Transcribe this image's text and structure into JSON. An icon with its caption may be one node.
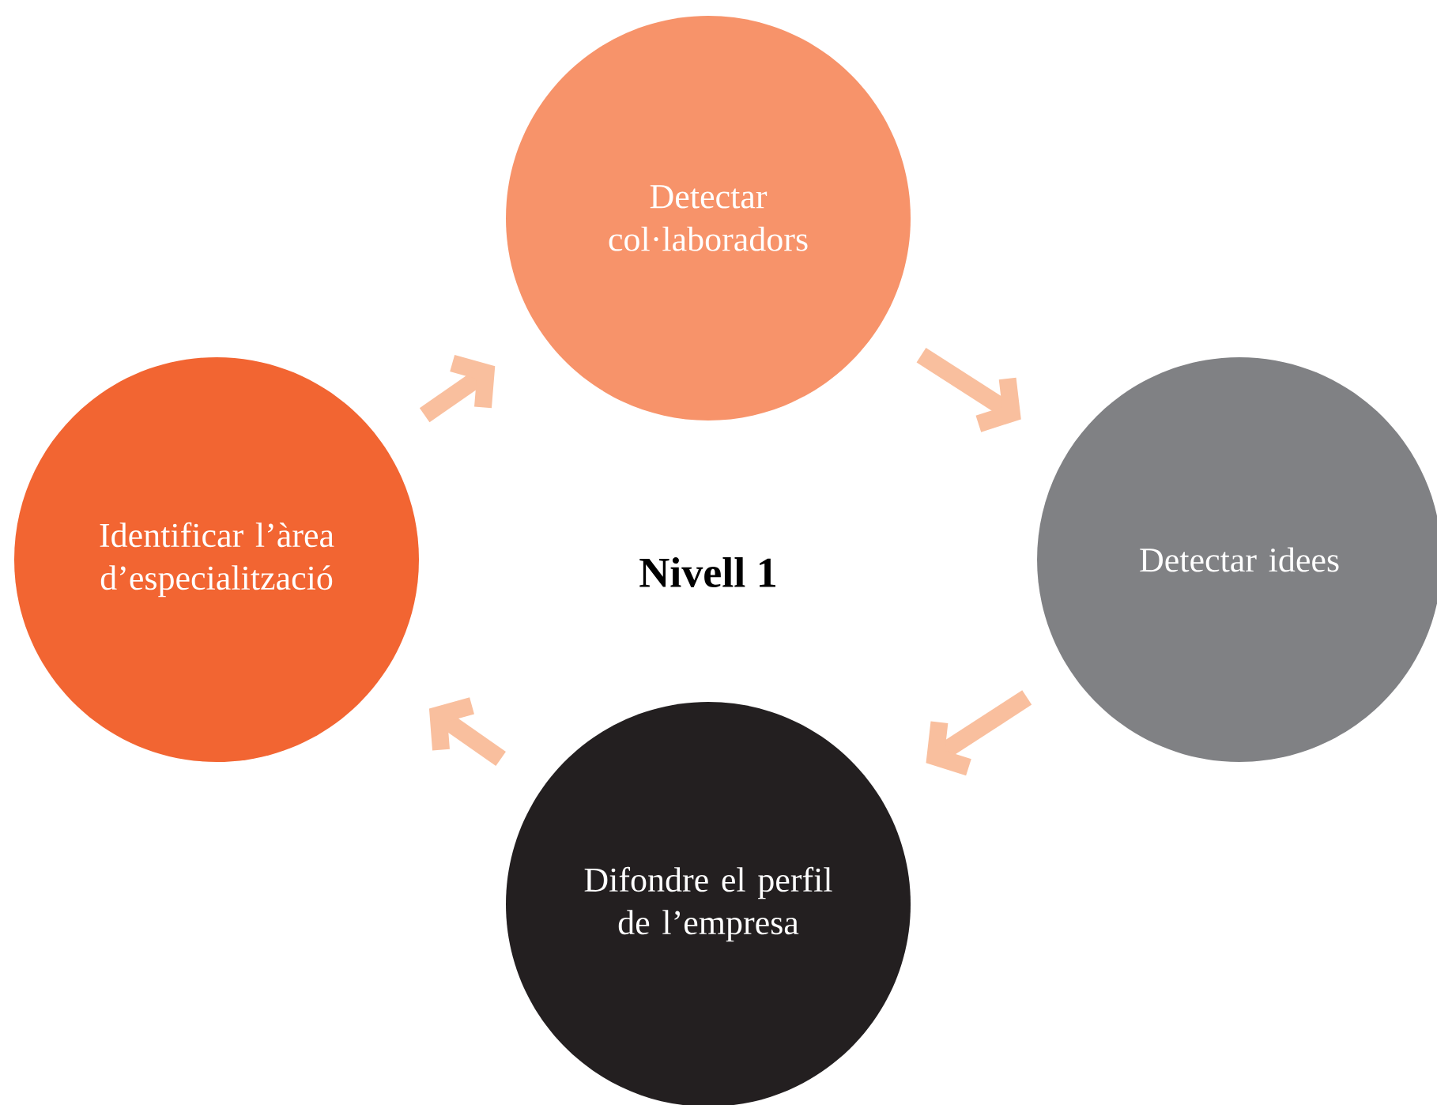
{
  "diagram": {
    "title": "Nivell 1",
    "nodes": [
      {
        "text": [
          "Detectar col·laboradors"
        ]
      },
      {
        "text": [
          "Identificar l’àrea d’especialització"
        ]
      },
      {
        "text": [
          "Detectar idees"
        ]
      },
      {
        "text": [
          "Difondre el perfil de l’empresa"
        ]
      }
    ],
    "edges": [
      {
        "from": 1,
        "to": 0,
        "arrow": "to"
      },
      {
        "from": 0,
        "to": 2,
        "arrow": "to"
      },
      {
        "from": 2,
        "to": 3,
        "arrow": "to"
      },
      {
        "from": 3,
        "to": 1,
        "arrow": "to"
      }
    ]
  }
}
